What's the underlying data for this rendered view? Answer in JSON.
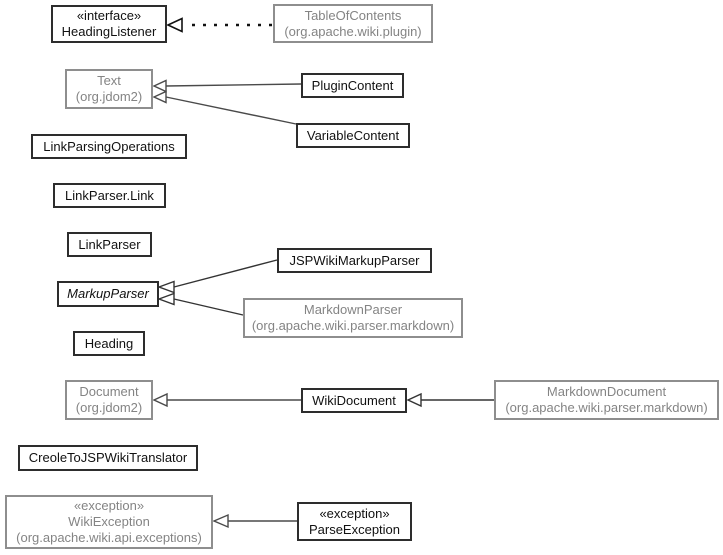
{
  "diagram": {
    "type": "uml-class-diagram",
    "description": "Class hierarchy diagram of org.apache.wiki.parser related classes"
  },
  "colors": {
    "background": "#ffffff",
    "class_border": "#2d2d2d",
    "class_text": "#111111",
    "external_border": "#8e8e8e",
    "external_text": "#848484",
    "connector": "#444444",
    "dotted_connector": "#111111",
    "arrowhead_fill": "#ffffff"
  },
  "nodes": {
    "heading_listener": {
      "stereotype": "«interface»",
      "name": "HeadingListener"
    },
    "table_of_contents": {
      "name": "TableOfContents",
      "package": "(org.apache.wiki.plugin)"
    },
    "text": {
      "name": "Text",
      "package": "(org.jdom2)"
    },
    "plugin_content": {
      "name": "PluginContent"
    },
    "variable_content": {
      "name": "VariableContent"
    },
    "link_parsing_operations": {
      "name": "LinkParsingOperations"
    },
    "link_parser_link": {
      "name": "LinkParser.Link"
    },
    "link_parser": {
      "name": "LinkParser"
    },
    "jspwiki_markup_parser": {
      "name": "JSPWikiMarkupParser"
    },
    "markup_parser": {
      "name": "MarkupParser"
    },
    "markdown_parser": {
      "name": "MarkdownParser",
      "package": "(org.apache.wiki.parser.markdown)"
    },
    "heading": {
      "name": "Heading"
    },
    "document": {
      "name": "Document",
      "package": "(org.jdom2)"
    },
    "wiki_document": {
      "name": "WikiDocument"
    },
    "markdown_document": {
      "name": "MarkdownDocument",
      "package": "(org.apache.wiki.parser.markdown)"
    },
    "creole_to_jspwiki_translator": {
      "name": "CreoleToJSPWikiTranslator"
    },
    "wiki_exception": {
      "stereotype": "«exception»",
      "name": "WikiException",
      "package": "(org.apache.wiki.api.exceptions)"
    },
    "parse_exception": {
      "stereotype": "«exception»",
      "name": "ParseException"
    }
  },
  "relationships": [
    {
      "from": "TableOfContents",
      "to": "HeadingListener",
      "type": "realization (dotted, hollow triangle)"
    },
    {
      "from": "PluginContent",
      "to": "Text",
      "type": "generalization (hollow triangle)"
    },
    {
      "from": "VariableContent",
      "to": "Text",
      "type": "generalization (hollow triangle)"
    },
    {
      "from": "JSPWikiMarkupParser",
      "to": "MarkupParser",
      "type": "generalization (hollow triangle)"
    },
    {
      "from": "MarkdownParser",
      "to": "MarkupParser",
      "type": "generalization (hollow triangle)"
    },
    {
      "from": "WikiDocument",
      "to": "Document",
      "type": "generalization (hollow triangle)"
    },
    {
      "from": "MarkdownDocument",
      "to": "WikiDocument",
      "type": "generalization (hollow triangle)"
    },
    {
      "from": "ParseException",
      "to": "WikiException",
      "type": "generalization (hollow triangle)"
    }
  ]
}
